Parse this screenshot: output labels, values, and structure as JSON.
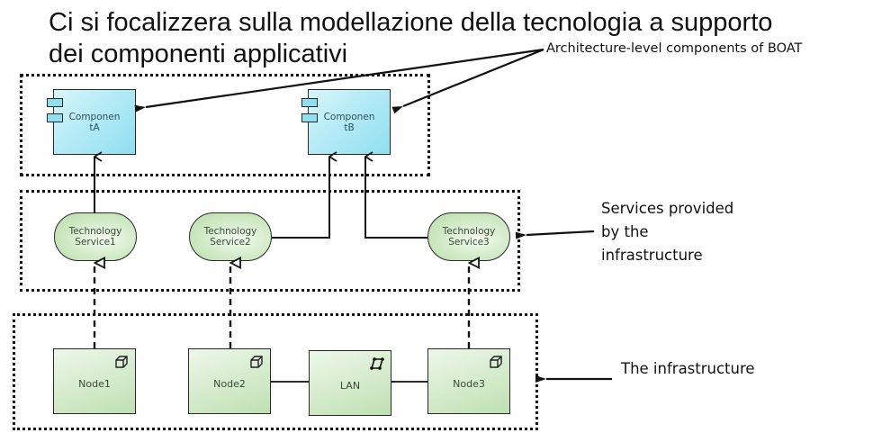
{
  "slide": {
    "title_line1": "Ci si focalizzera sulla modellazione della tecnologia a supporto",
    "title_line2": "dei componenti applicativi"
  },
  "annotations": {
    "architecture": "Architecture-level components of BOAT",
    "services_line1": "Services provided",
    "services_line2": "by the",
    "services_line3": "infrastructure",
    "infrastructure": "The infrastructure"
  },
  "diagram": {
    "components": [
      {
        "label_line1": "Componen",
        "label_line2": "tA",
        "icon": "component-icon"
      },
      {
        "label_line1": "Componen",
        "label_line2": "tB",
        "icon": "component-icon"
      }
    ],
    "services": [
      {
        "label_line1": "Technology",
        "label_line2": "Service1"
      },
      {
        "label_line1": "Technology",
        "label_line2": "Service2"
      },
      {
        "label_line1": "Technology",
        "label_line2": "Service3"
      }
    ],
    "nodes": [
      {
        "label": "Node1",
        "icon": "node-cube-icon"
      },
      {
        "label": "Node2",
        "icon": "node-cube-icon"
      },
      {
        "label": "LAN",
        "icon": "network-icon"
      },
      {
        "label": "Node3",
        "icon": "node-cube-icon"
      }
    ],
    "colors": {
      "component_fill": "#b8ecf6",
      "service_fill": "#cfe9c4",
      "node_fill": "#d6ecce",
      "stroke": "#2a2a2a"
    }
  }
}
